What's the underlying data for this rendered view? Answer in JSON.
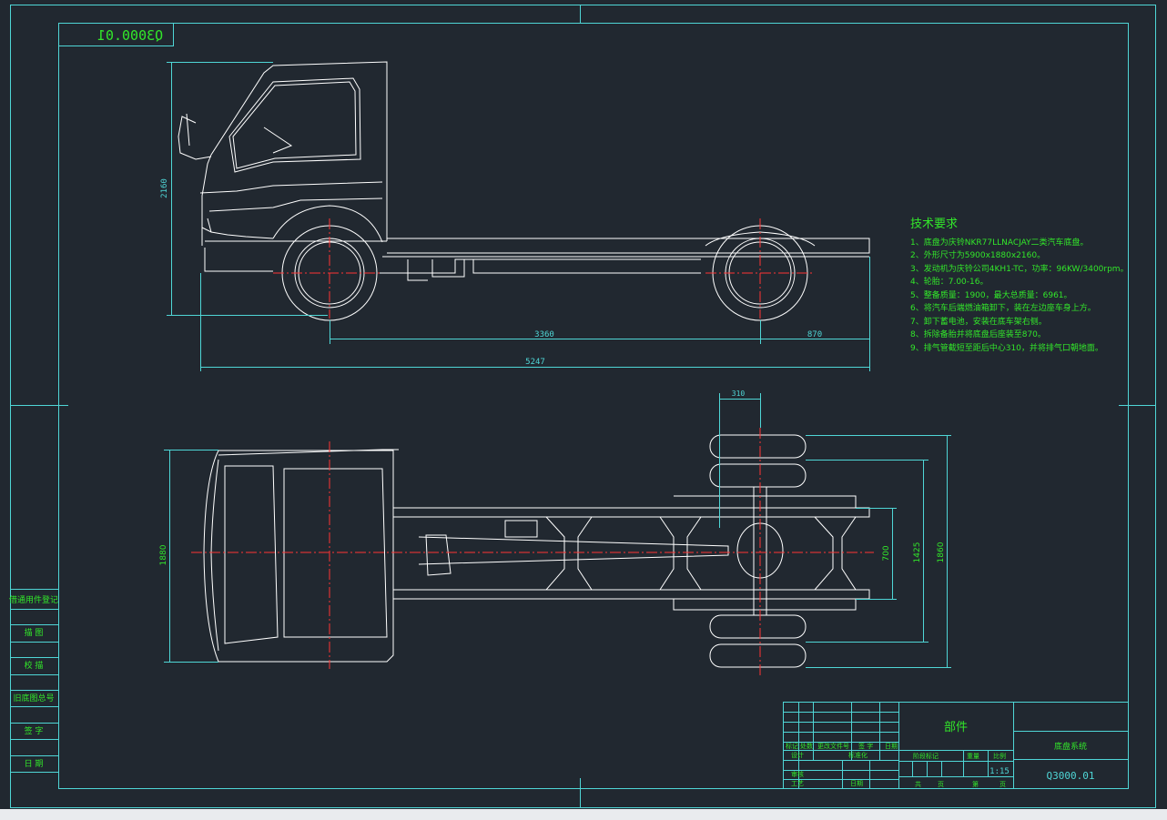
{
  "drawing": {
    "code_mirrored": "Q3000.01",
    "drawing_number": "Q3000.01",
    "part_name": "部件",
    "assembly_name": "底盘系统",
    "scale_label": "1:15"
  },
  "dimensions": {
    "side_height": "2160",
    "wheelbase": "3360",
    "rear_overhang": "870",
    "overall_length": "5247",
    "top_offset": "310",
    "top_width": "1880",
    "frame_width": "700",
    "rear_track": "1425",
    "rear_width": "1860"
  },
  "tech_requirements": {
    "title": "技术要求",
    "items": [
      "1、底盘为庆铃NKR77LLNACJAY二类汽车底盘。",
      "2、外形尺寸为5900x1880x2160。",
      "3、发动机为庆铃公司4KH1-TC，功率：96KW/3400rpm。",
      "4、轮胎：7.00-16。",
      "5、整备质量：1900，最大总质量：6961。",
      "6、将汽车后端燃油箱卸下，装在左边座车身上方。",
      "7、卸下蓄电池，安装在底车架右侧。",
      "8、拆除备胎并将底盘后座装至870。",
      "9、排气管截短至距后中心310，并将排气口朝地面。"
    ]
  },
  "side_labels": [
    "借通用件登记",
    "描 图",
    "校 描",
    "旧底图总号",
    "签 字",
    "日 期"
  ],
  "title_block": {
    "row_labels": [
      "标记",
      "处数",
      "更改文件号",
      "签 字",
      "日期"
    ],
    "design_label": "设计",
    "standard_label": "标准化",
    "review_label": "审核",
    "process_label": "工艺",
    "date_label": "日期",
    "stage_label": "阶段标记",
    "weight_label": "重量",
    "scale_head": "比例",
    "sheet_label": "共",
    "page_label": "第",
    "page_unit": "页"
  }
}
